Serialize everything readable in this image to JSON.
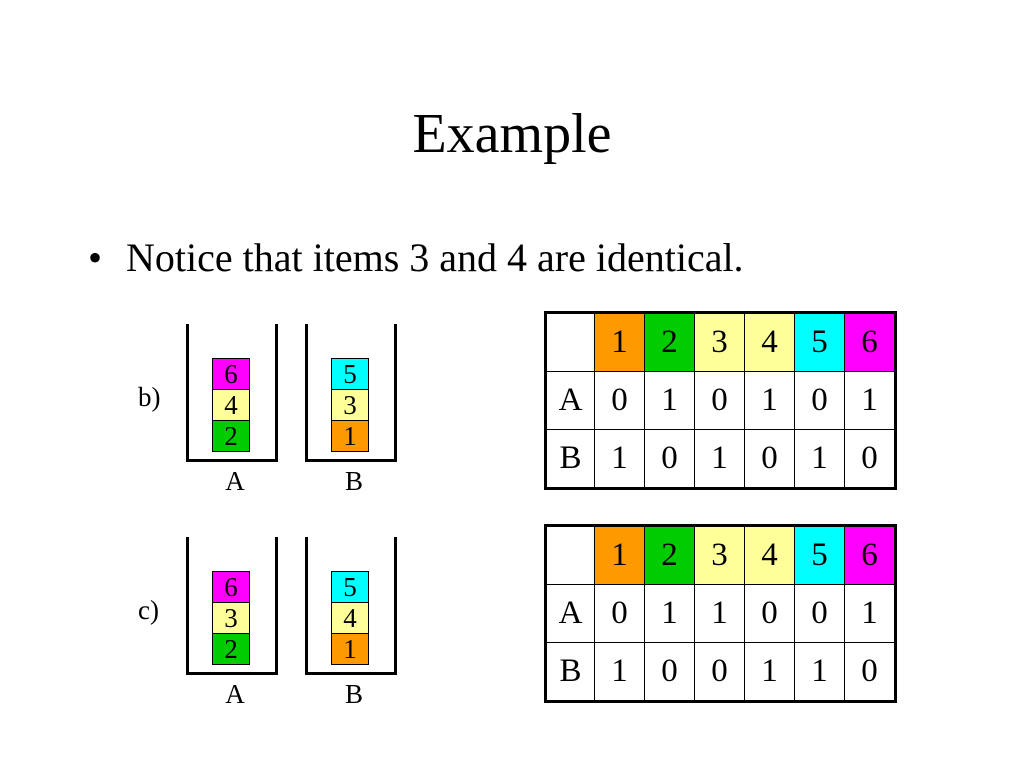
{
  "slide": {
    "title": "Example",
    "bullet_symbol": "•",
    "bullet_text": "Notice that items 3 and 4 are identical."
  },
  "colors": {
    "1": "#ff9900",
    "2": "#00cc00",
    "3": "#ffff99",
    "4": "#ffff99",
    "5": "#00ffff",
    "6": "#ff00ff"
  },
  "examples": [
    {
      "label": "b)",
      "bins": [
        {
          "name": "A",
          "items": [
            "6",
            "4",
            "2"
          ]
        },
        {
          "name": "B",
          "items": [
            "5",
            "3",
            "1"
          ]
        }
      ],
      "table": {
        "header": [
          "",
          "1",
          "2",
          "3",
          "4",
          "5",
          "6"
        ],
        "rows": [
          [
            "A",
            "0",
            "1",
            "0",
            "1",
            "0",
            "1"
          ],
          [
            "B",
            "1",
            "0",
            "1",
            "0",
            "1",
            "0"
          ]
        ]
      }
    },
    {
      "label": "c)",
      "bins": [
        {
          "name": "A",
          "items": [
            "6",
            "3",
            "2"
          ]
        },
        {
          "name": "B",
          "items": [
            "5",
            "4",
            "1"
          ]
        }
      ],
      "table": {
        "header": [
          "",
          "1",
          "2",
          "3",
          "4",
          "5",
          "6"
        ],
        "rows": [
          [
            "A",
            "0",
            "1",
            "1",
            "0",
            "0",
            "1"
          ],
          [
            "B",
            "1",
            "0",
            "0",
            "1",
            "1",
            "0"
          ]
        ]
      }
    }
  ]
}
